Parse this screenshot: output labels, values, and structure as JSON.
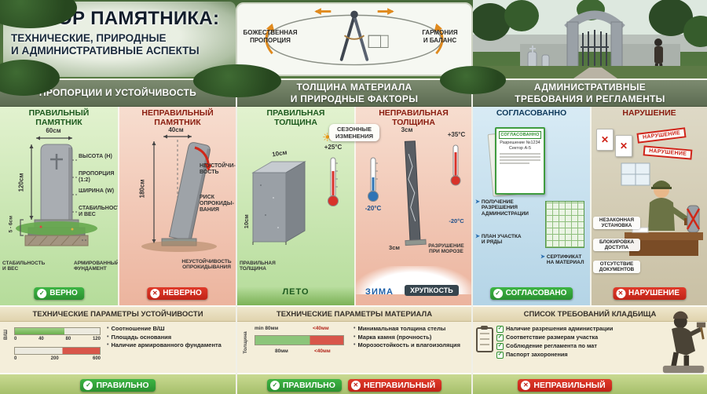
{
  "icons": {
    "check": "✓",
    "cross": "✕",
    "sun": "☀",
    "snowflake": "❄",
    "arrow": "➤"
  },
  "header": {
    "title1": "ВЫБОР ПАМЯТНИКА:",
    "title2": "ТЕХНИЧЕСКИЕ, ПРИРОДНЫЕ",
    "title3": "И АДМИНИСТРАТИВНЫЕ АСПЕКТЫ",
    "diagram": {
      "left1": "БОЖЕСТВЕННАЯ",
      "left2": "ПРОПОРЦИЯ",
      "right1": "ГАРМОНИЯ",
      "right2": "И БАЛАНС"
    }
  },
  "col1": {
    "header": "ПРОПОРЦИИ И УСТОЙЧИВОСТЬ",
    "good": {
      "title1": "ПРАВИЛЬНЫЙ",
      "title2": "ПАМЯТНИК",
      "dim_width": "60см",
      "dim_height": "120см",
      "label_height": "ВЫСОТА (H)",
      "label_proportion": "ПРОПОРЦИЯ (1:2)",
      "label_width": "ШИРИНА (W)",
      "label_stability": "СТАБИЛЬНОСТЬ И ВЕС",
      "dim_base": "5 - 6см",
      "label_stability2": "СТАБИЛЬНОСТЬ И ВЕС",
      "label_foundation": "АРМИРОВАННЫЙ ФУНДАМЕНТ",
      "badge": "ВЕРНО"
    },
    "bad": {
      "title1": "НЕПРАВИЛЬНЫЙ",
      "title2": "ПАМЯТНИК",
      "dim_width": "40см",
      "dim_height": "180см",
      "label_unstable": "НЕУСТОЙЧИ-ВОСТЬ",
      "label_risk": "РИСК ОПРОКИДЫ-ВАНИЯ",
      "label_bottom": "НЕУСТОЙЧИВОСТЬ ОПРОКИДЫВАНИЯ",
      "badge": "НЕВЕРНО"
    },
    "params": {
      "title": "ТЕХНИЧЕСКИЕ ПАРАМЕТРЫ УСТОЙЧИВОСТИ",
      "axis": "В/Ш",
      "ticks1": [
        "0",
        "40",
        "80",
        "120"
      ],
      "ticks2": [
        "0",
        "200",
        "600"
      ],
      "items": [
        "Соотношение В/Ш",
        "Площадь основания",
        "Наличие армированного фундамента"
      ]
    },
    "bottom_badge": "ПРАВИЛЬНО"
  },
  "col2": {
    "header1": "ТОЛЩИНА МАТЕРИАЛА",
    "header2": "И ПРИРОДНЫЕ ФАКТОРЫ",
    "season1": "СЕЗОННЫЕ",
    "season2": "ИЗМЕНЕНИЯ",
    "good": {
      "title1": "ПРАВИЛЬНАЯ",
      "title2": "ТОЛЩИНА",
      "dim_top": "10см",
      "temp_summer": "+25°C",
      "dim_side": "10см",
      "caption": "ПРАВИЛЬНАЯ ТОЛЩИНА",
      "season": "ЛЕТО"
    },
    "bad": {
      "title1": "НЕПРАВИЛЬНАЯ",
      "title2": "ТОЛЩИНА",
      "dim_top": "3см",
      "temp_cold": "-20°C",
      "temp_hot": "+35°C",
      "temp_cold2": "-20°C",
      "dim_bottom": "3см",
      "label_frost": "РАЗРУШЕНИЕ ПРИ МОРОЗЕ",
      "season": "ЗИМА",
      "fragile_badge": "ХРУПКОСТЬ"
    },
    "params": {
      "title": "ТЕХНИЧЕСКИЕ ПАРАМЕТРЫ МАТЕРИАЛА",
      "axis": "Толщина",
      "top_left": "min 80мм",
      "top_right": "<40мм",
      "bot_left": "80мм",
      "bot_right": "<40мм",
      "items": [
        "Минимальная толщина стелы",
        "Марка камня (прочность)",
        "Морозостойкость и влагоизоляция"
      ]
    },
    "bottom_badge_good": "ПРАВИЛЬНО",
    "bottom_badge_bad": "НЕПРАВИЛЬНЫЙ"
  },
  "col3": {
    "header1": "АДМИНИСТРАТИВНЫЕ",
    "header2": "ТРЕБОВАНИЯ И РЕГЛАМЕНТЫ",
    "good": {
      "title": "СОГЛАСОВАННО",
      "doc_stamp": "СОГЛАСОВАННО",
      "doc_line1": "Разрешение №1234",
      "doc_line2": "Сектор А-5",
      "bullets": [
        "ПОЛУЧЕНИЕ РАЗРЕШЕНИЯ АДМИНИСТРАЦИИ",
        "ПЛАН УЧАСТКА И РЯДЫ",
        "СЕРТИФИКАТ НА МАТЕРИАЛ"
      ],
      "badge": "СОГЛАСОВАНО"
    },
    "bad": {
      "title": "НАРУШЕНИЕ",
      "stamp1": "НАРУШЕНИЕ",
      "stamp2": "НАРУШЕНИЕ",
      "labels": [
        "НЕЗАКОННАЯ УСТАНОВКА",
        "БЛОКИРОВКА ДОСТУПА",
        "ОТСУТСТВИЕ ДОКУМЕНТОВ"
      ],
      "badge": "НАРУШЕНИЕ"
    },
    "params": {
      "title": "СПИСОК ТРЕБОВАНИЙ КЛАДБИЩА",
      "items": [
        "Наличие разрешения администрации",
        "Соответствие размерам участка",
        "Соблюдение регламента по мат",
        "Паспорт захоронения"
      ]
    },
    "bottom_badge": "НЕПРАВИЛЬНЫЙ"
  }
}
